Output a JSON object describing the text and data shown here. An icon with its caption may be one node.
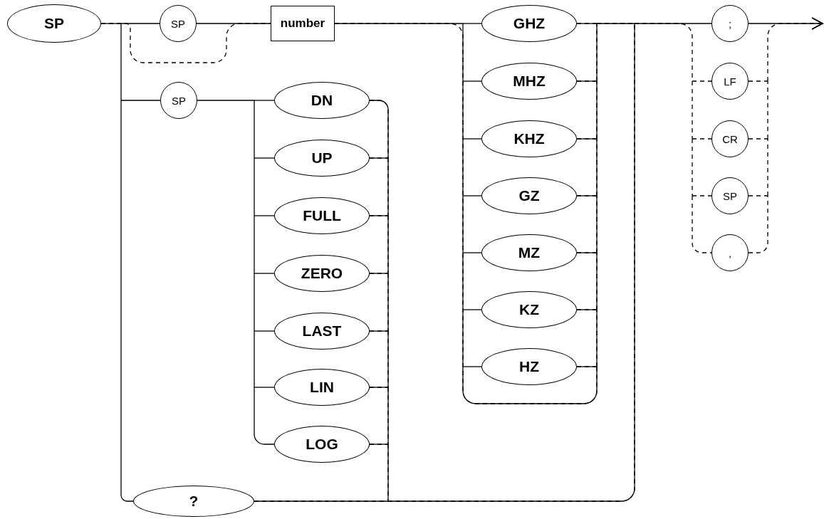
{
  "diagram": {
    "nodes": [
      {
        "text": [
          "SP"
        ]
      },
      {
        "text": [
          "SP"
        ]
      },
      {
        "text": [
          "number"
        ]
      },
      {
        "text": [
          "GHZ"
        ]
      },
      {
        "text": [
          "MHZ"
        ]
      },
      {
        "text": [
          "KHZ"
        ]
      },
      {
        "text": [
          "GZ"
        ]
      },
      {
        "text": [
          "MZ"
        ]
      },
      {
        "text": [
          "KZ"
        ]
      },
      {
        "text": [
          "HZ"
        ]
      },
      {
        "text": [
          "SP"
        ]
      },
      {
        "text": [
          "DN"
        ]
      },
      {
        "text": [
          "UP"
        ]
      },
      {
        "text": [
          "FULL"
        ]
      },
      {
        "text": [
          "ZERO"
        ]
      },
      {
        "text": [
          "LAST"
        ]
      },
      {
        "text": [
          "LIN"
        ]
      },
      {
        "text": [
          "LOG"
        ]
      },
      {
        "text": [
          "?"
        ]
      },
      {
        "text": [
          ";"
        ]
      },
      {
        "text": [
          "LF"
        ]
      },
      {
        "text": [
          "CR"
        ]
      },
      {
        "text": [
          "SP"
        ]
      },
      {
        "text": [
          ","
        ]
      }
    ],
    "edges": [
      {
        "from": 0,
        "to": 1,
        "arrow": "none"
      },
      {
        "from": 1,
        "to": 2,
        "arrow": "none"
      },
      {
        "from": 0,
        "to": 2,
        "arrow": "none",
        "style": "dashed"
      },
      {
        "from": 2,
        "to": 3,
        "arrow": "none"
      },
      {
        "from": 2,
        "to": 4,
        "arrow": "none"
      },
      {
        "from": 2,
        "to": 5,
        "arrow": "none"
      },
      {
        "from": 2,
        "to": 6,
        "arrow": "none"
      },
      {
        "from": 2,
        "to": 7,
        "arrow": "none"
      },
      {
        "from": 2,
        "to": 8,
        "arrow": "none"
      },
      {
        "from": 2,
        "to": 9,
        "arrow": "none"
      },
      {
        "from": 0,
        "to": 10,
        "arrow": "none"
      },
      {
        "from": 10,
        "to": 11,
        "arrow": "none"
      },
      {
        "from": 10,
        "to": 12,
        "arrow": "none"
      },
      {
        "from": 10,
        "to": 13,
        "arrow": "none"
      },
      {
        "from": 10,
        "to": 14,
        "arrow": "none"
      },
      {
        "from": 10,
        "to": 15,
        "arrow": "none"
      },
      {
        "from": 10,
        "to": 16,
        "arrow": "none"
      },
      {
        "from": 10,
        "to": 17,
        "arrow": "none"
      },
      {
        "from": 0,
        "to": 18,
        "arrow": "none"
      },
      {
        "from": 3,
        "to": 19,
        "arrow": "none"
      },
      {
        "from": 3,
        "to": 20,
        "arrow": "none",
        "style": "dashed"
      },
      {
        "from": 3,
        "to": 21,
        "arrow": "none",
        "style": "dashed"
      },
      {
        "from": 3,
        "to": 22,
        "arrow": "none",
        "style": "dashed"
      },
      {
        "from": 3,
        "to": 23,
        "arrow": "none",
        "style": "dashed"
      },
      {
        "from": 4,
        "to": 19,
        "arrow": "none"
      },
      {
        "from": 4,
        "to": 20,
        "arrow": "none",
        "style": "dashed"
      },
      {
        "from": 4,
        "to": 21,
        "arrow": "none",
        "style": "dashed"
      },
      {
        "from": 4,
        "to": 22,
        "arrow": "none",
        "style": "dashed"
      },
      {
        "from": 4,
        "to": 23,
        "arrow": "none",
        "style": "dashed"
      },
      {
        "from": 5,
        "to": 19,
        "arrow": "none"
      },
      {
        "from": 5,
        "to": 20,
        "arrow": "none",
        "style": "dashed"
      },
      {
        "from": 5,
        "to": 21,
        "arrow": "none",
        "style": "dashed"
      },
      {
        "from": 5,
        "to": 22,
        "arrow": "none",
        "style": "dashed"
      },
      {
        "from": 5,
        "to": 23,
        "arrow": "none",
        "style": "dashed"
      },
      {
        "from": 6,
        "to": 19,
        "arrow": "none"
      },
      {
        "from": 6,
        "to": 20,
        "arrow": "none",
        "style": "dashed"
      },
      {
        "from": 6,
        "to": 21,
        "arrow": "none",
        "style": "dashed"
      },
      {
        "from": 6,
        "to": 22,
        "arrow": "none",
        "style": "dashed"
      },
      {
        "from": 6,
        "to": 23,
        "arrow": "none",
        "style": "dashed"
      },
      {
        "from": 7,
        "to": 19,
        "arrow": "none"
      },
      {
        "from": 7,
        "to": 20,
        "arrow": "none",
        "style": "dashed"
      },
      {
        "from": 7,
        "to": 21,
        "arrow": "none",
        "style": "dashed"
      },
      {
        "from": 7,
        "to": 22,
        "arrow": "none",
        "style": "dashed"
      },
      {
        "from": 7,
        "to": 23,
        "arrow": "none",
        "style": "dashed"
      },
      {
        "from": 8,
        "to": 19,
        "arrow": "none"
      },
      {
        "from": 8,
        "to": 20,
        "arrow": "none",
        "style": "dashed"
      },
      {
        "from": 8,
        "to": 21,
        "arrow": "none",
        "style": "dashed"
      },
      {
        "from": 8,
        "to": 22,
        "arrow": "none",
        "style": "dashed"
      },
      {
        "from": 8,
        "to": 23,
        "arrow": "none",
        "style": "dashed"
      },
      {
        "from": 9,
        "to": 19,
        "arrow": "none"
      },
      {
        "from": 9,
        "to": 20,
        "arrow": "none",
        "style": "dashed"
      },
      {
        "from": 9,
        "to": 21,
        "arrow": "none",
        "style": "dashed"
      },
      {
        "from": 9,
        "to": 22,
        "arrow": "none",
        "style": "dashed"
      },
      {
        "from": 9,
        "to": 23,
        "arrow": "none",
        "style": "dashed"
      },
      {
        "from": 2,
        "to": 19,
        "arrow": "none"
      },
      {
        "from": 2,
        "to": 20,
        "arrow": "none",
        "style": "dashed"
      },
      {
        "from": 2,
        "to": 21,
        "arrow": "none",
        "style": "dashed"
      },
      {
        "from": 2,
        "to": 22,
        "arrow": "none",
        "style": "dashed"
      },
      {
        "from": 2,
        "to": 23,
        "arrow": "none",
        "style": "dashed"
      },
      {
        "from": 11,
        "to": 19,
        "arrow": "none"
      },
      {
        "from": 11,
        "to": 20,
        "arrow": "none",
        "style": "dashed"
      },
      {
        "from": 11,
        "to": 21,
        "arrow": "none",
        "style": "dashed"
      },
      {
        "from": 11,
        "to": 22,
        "arrow": "none",
        "style": "dashed"
      },
      {
        "from": 11,
        "to": 23,
        "arrow": "none",
        "style": "dashed"
      },
      {
        "from": 12,
        "to": 19,
        "arrow": "none"
      },
      {
        "from": 12,
        "to": 20,
        "arrow": "none",
        "style": "dashed"
      },
      {
        "from": 12,
        "to": 21,
        "arrow": "none",
        "style": "dashed"
      },
      {
        "from": 12,
        "to": 22,
        "arrow": "none",
        "style": "dashed"
      },
      {
        "from": 12,
        "to": 23,
        "arrow": "none",
        "style": "dashed"
      },
      {
        "from": 13,
        "to": 19,
        "arrow": "none"
      },
      {
        "from": 13,
        "to": 20,
        "arrow": "none",
        "style": "dashed"
      },
      {
        "from": 13,
        "to": 21,
        "arrow": "none",
        "style": "dashed"
      },
      {
        "from": 13,
        "to": 22,
        "arrow": "none",
        "style": "dashed"
      },
      {
        "from": 13,
        "to": 23,
        "arrow": "none",
        "style": "dashed"
      },
      {
        "from": 14,
        "to": 19,
        "arrow": "none"
      },
      {
        "from": 14,
        "to": 20,
        "arrow": "none",
        "style": "dashed"
      },
      {
        "from": 14,
        "to": 21,
        "arrow": "none",
        "style": "dashed"
      },
      {
        "from": 14,
        "to": 22,
        "arrow": "none",
        "style": "dashed"
      },
      {
        "from": 14,
        "to": 23,
        "arrow": "none",
        "style": "dashed"
      },
      {
        "from": 15,
        "to": 19,
        "arrow": "none"
      },
      {
        "from": 15,
        "to": 20,
        "arrow": "none",
        "style": "dashed"
      },
      {
        "from": 15,
        "to": 21,
        "arrow": "none",
        "style": "dashed"
      },
      {
        "from": 15,
        "to": 22,
        "arrow": "none",
        "style": "dashed"
      },
      {
        "from": 15,
        "to": 23,
        "arrow": "none",
        "style": "dashed"
      },
      {
        "from": 16,
        "to": 19,
        "arrow": "none"
      },
      {
        "from": 16,
        "to": 20,
        "arrow": "none",
        "style": "dashed"
      },
      {
        "from": 16,
        "to": 21,
        "arrow": "none",
        "style": "dashed"
      },
      {
        "from": 16,
        "to": 22,
        "arrow": "none",
        "style": "dashed"
      },
      {
        "from": 16,
        "to": 23,
        "arrow": "none",
        "style": "dashed"
      },
      {
        "from": 17,
        "to": 19,
        "arrow": "none"
      },
      {
        "from": 17,
        "to": 20,
        "arrow": "none",
        "style": "dashed"
      },
      {
        "from": 17,
        "to": 21,
        "arrow": "none",
        "style": "dashed"
      },
      {
        "from": 17,
        "to": 22,
        "arrow": "none",
        "style": "dashed"
      },
      {
        "from": 17,
        "to": 23,
        "arrow": "none",
        "style": "dashed"
      },
      {
        "from": 18,
        "to": 19,
        "arrow": "none"
      },
      {
        "from": 18,
        "to": 20,
        "arrow": "none",
        "style": "dashed"
      },
      {
        "from": 18,
        "to": 21,
        "arrow": "none",
        "style": "dashed"
      },
      {
        "from": 18,
        "to": 22,
        "arrow": "none",
        "style": "dashed"
      },
      {
        "from": 18,
        "to": 23,
        "arrow": "none",
        "style": "dashed"
      },
      {
        "from": 19,
        "to": null,
        "arrow": "to"
      },
      {
        "from": 20,
        "to": null,
        "arrow": "to",
        "style": "dashed"
      },
      {
        "from": 21,
        "to": null,
        "arrow": "to",
        "style": "dashed"
      },
      {
        "from": 22,
        "to": null,
        "arrow": "to",
        "style": "dashed"
      },
      {
        "from": 23,
        "to": null,
        "arrow": "to",
        "style": "dashed"
      }
    ]
  }
}
